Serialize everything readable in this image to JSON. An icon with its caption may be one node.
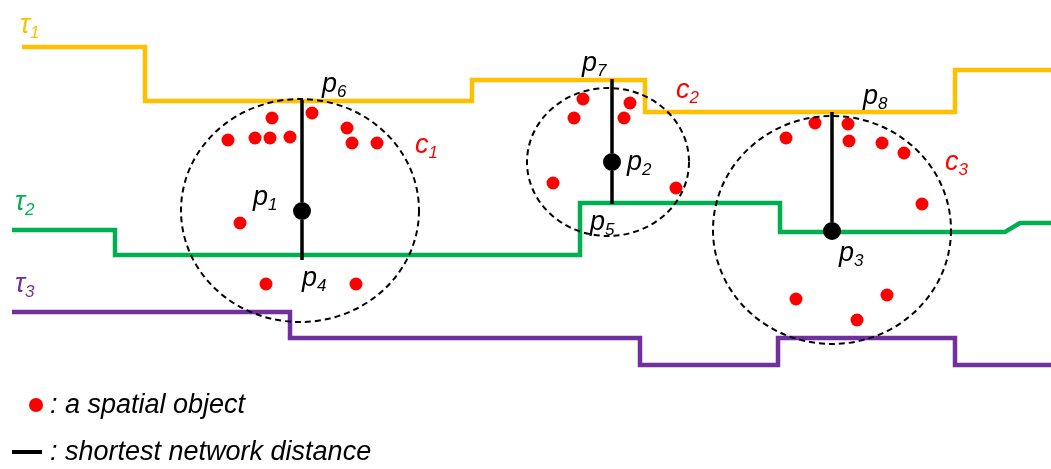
{
  "diagram": {
    "nodes": [
      {
        "text": [],
        "shape": "circle",
        "beside": [
          "c$_{1}$"
        ]
      },
      {
        "text": [],
        "shape": "circle",
        "beside": [
          "p$_{1}$"
        ],
        "in": 0
      },
      {
        "text": [
          "p$_{4}$"
        ],
        "in": 0
      },
      {
        "text": [
          "p$_{6}$"
        ]
      },
      {
        "text": [],
        "shape": "circle",
        "beside": [
          "c$_{2}$"
        ]
      },
      {
        "text": [],
        "shape": "circle",
        "beside": [
          "p$_{2}$"
        ],
        "in": 4
      },
      {
        "text": [
          "p$_{5}$"
        ],
        "in": 4
      },
      {
        "text": [
          "p$_{7}$"
        ]
      },
      {
        "text": [],
        "shape": "circle",
        "beside": [
          "c$_{3}$"
        ]
      },
      {
        "text": [],
        "shape": "circle",
        "beside": [
          "p$_{3}$"
        ],
        "in": 8
      },
      {
        "text": [
          "p$_{8}$"
        ]
      }
    ],
    "edges": [
      {
        "from": 1,
        "to": 3,
        "arrow": "none"
      },
      {
        "from": 1,
        "to": 2,
        "arrow": "none"
      },
      {
        "from": 5,
        "to": 7,
        "arrow": "none"
      },
      {
        "from": 5,
        "to": 6,
        "arrow": "none"
      },
      {
        "from": 9,
        "to": 10,
        "arrow": "none"
      }
    ],
    "labels": [
      "τ$_{1}$",
      "τ$_{2}$",
      "τ$_{3}$"
    ],
    "legend": [
      {
        "text": ": a spatial object",
        "color": "#ff0000"
      },
      {
        "text": ": shortest network distance"
      }
    ]
  }
}
